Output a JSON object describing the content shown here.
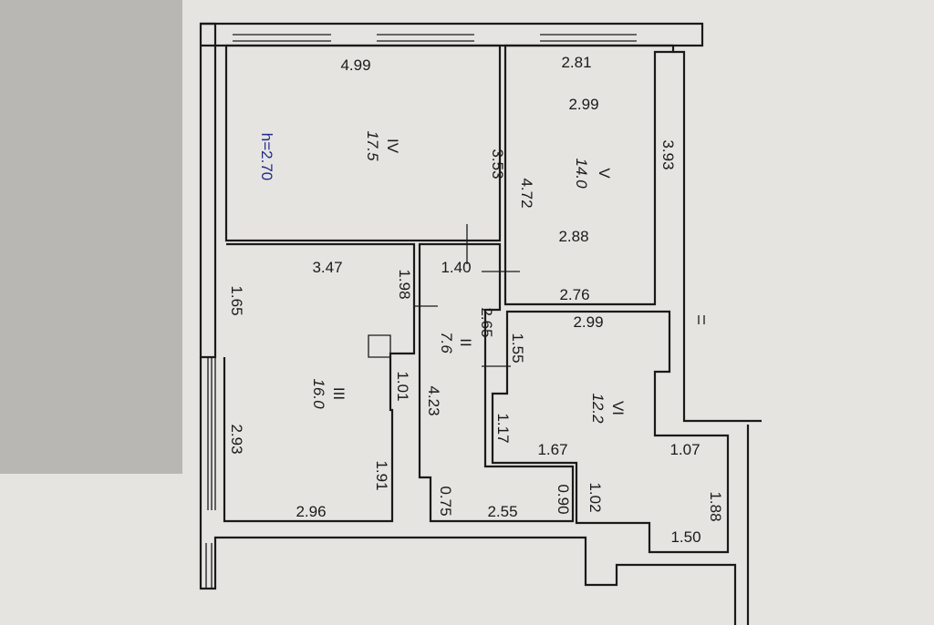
{
  "height_note": "h=2.70",
  "rooms": [
    {
      "id": "IV",
      "area": "17.5"
    },
    {
      "id": "V",
      "area": "14.0"
    },
    {
      "id": "III",
      "area": "16.0"
    },
    {
      "id": "II",
      "area": "7.6"
    },
    {
      "id": "VI",
      "area": "12.2"
    }
  ],
  "dims": {
    "r4_top": "4.99",
    "r4_right": "3.53",
    "r5_top": "2.81",
    "r5_inner_top": "2.99",
    "r5_right": "3.93",
    "r5_left": "4.72",
    "r5_mid": "2.88",
    "r5_bottom": "2.76",
    "r3_top": "3.47",
    "r3_left_upper": "1.65",
    "r3_right_upper": "1.98",
    "r3_notch": "1.01",
    "r3_left_lower": "2.93",
    "r3_right_lower": "1.91",
    "r3_bottom": "2.96",
    "hall_top": "1.40",
    "hall_right": "2.65",
    "hall_left": "4.23",
    "hall_small": "0.75",
    "hall_bottom": "2.55",
    "hall_090": "0.90",
    "r6_top": "2.99",
    "r6_left": "1.55",
    "r6_117": "1.17",
    "r6_167": "1.67",
    "r6_107": "1.07",
    "r6_102": "1.02",
    "r6_188": "1.88",
    "r6_150": "1.50"
  }
}
